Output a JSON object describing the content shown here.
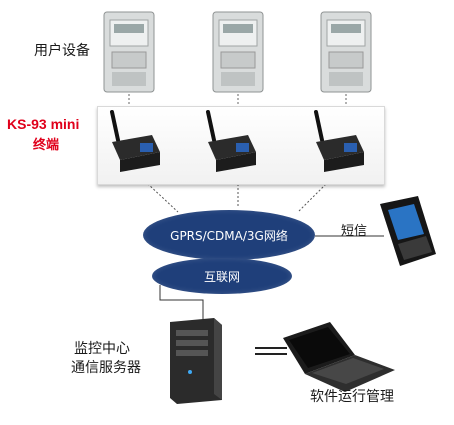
{
  "diagram": {
    "user_devices_label": "用户设备",
    "terminal_model": "KS-93 mini",
    "terminal_label": "终端",
    "network_label": "GPRS/CDMA/3G网络",
    "internet_label": "互联网",
    "sms_label": "短信",
    "center_label_line1": "监控中心",
    "center_label_line2": "通信服务器",
    "software_label": "软件运行管理",
    "colors": {
      "ellipse": "#1f3f7a",
      "terminal_text": "#e0001b"
    }
  }
}
